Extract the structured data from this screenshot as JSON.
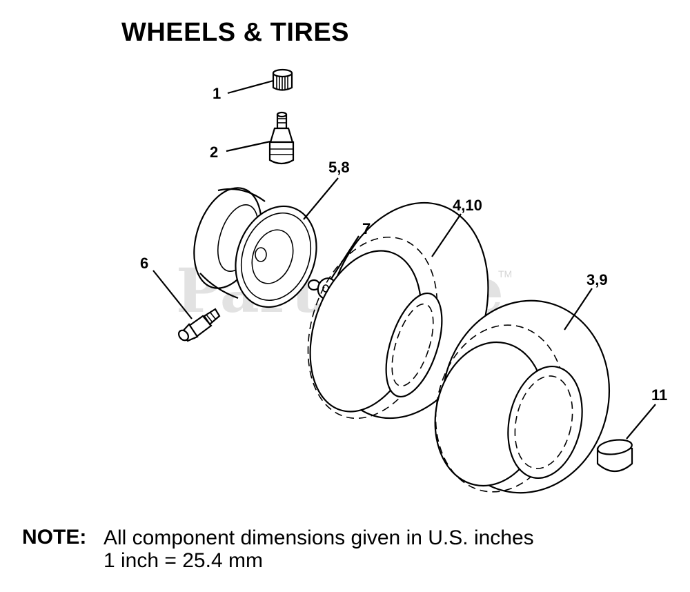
{
  "title": "WHEELS & TIRES",
  "watermark": {
    "text": "PartsTree",
    "trademark": "TM"
  },
  "callouts": [
    {
      "id": "1",
      "part": "valve-cap"
    },
    {
      "id": "2",
      "part": "valve-stem"
    },
    {
      "id": "5,8",
      "part": "rim"
    },
    {
      "id": "6",
      "part": "grease-fitting"
    },
    {
      "id": "7",
      "part": "washer"
    },
    {
      "id": "4,10",
      "part": "front-tire"
    },
    {
      "id": "3,9",
      "part": "rear-tire"
    },
    {
      "id": "11",
      "part": "bearing"
    }
  ],
  "note": {
    "label": "NOTE:",
    "line1": "All component dimensions given in U.S. inches",
    "line2": "1 inch = 25.4 mm"
  }
}
